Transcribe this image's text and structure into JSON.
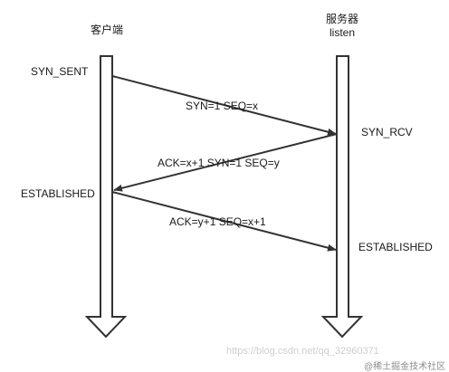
{
  "client": {
    "title": "客户端"
  },
  "server": {
    "title": "服务器",
    "subtitle": "listen"
  },
  "states": {
    "syn_sent": "SYN_SENT",
    "syn_rcv": "SYN_RCV",
    "client_established": "ESTABLISHED",
    "server_established": "ESTABLISHED"
  },
  "messages": {
    "first": "SYN=1 SEQ=x",
    "second": "ACK=x+1 SYN=1 SEQ=y",
    "third": "ACK=y+1 SEQ=x+1"
  },
  "watermark": {
    "blog": "https://blog.csdn.net/qq_32960371",
    "community": "@稀土掘金技术社区"
  },
  "colors": {
    "line": "#333333",
    "text": "#1a1a1a",
    "background": "#ffffff"
  }
}
